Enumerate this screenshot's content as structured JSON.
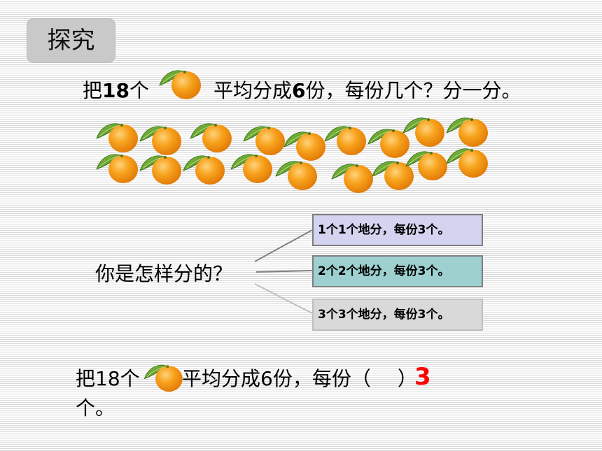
{
  "tag": "探究",
  "problem": {
    "part1_prefix": "把",
    "part1_num": "18",
    "part1_suffix": "个",
    "part2_prefix": "平均分成",
    "part2_num": "6",
    "part2_suffix": "份，每份几个？分一分。"
  },
  "question": "你是怎样分的？",
  "options": [
    {
      "text": "1个1个地分，每份3个。"
    },
    {
      "text": "2个2个地分，每份3个。"
    },
    {
      "text": "3个3个地分，每份3个。"
    }
  ],
  "conclusion": {
    "part1": "把18个",
    "part2": "平均分成6份，每份（",
    "part3": "）",
    "part4": "个。",
    "answer": "3"
  },
  "colors": {
    "orange": "#f39a12",
    "answer": "#ff0000",
    "leaf": "#5a9a2a"
  }
}
